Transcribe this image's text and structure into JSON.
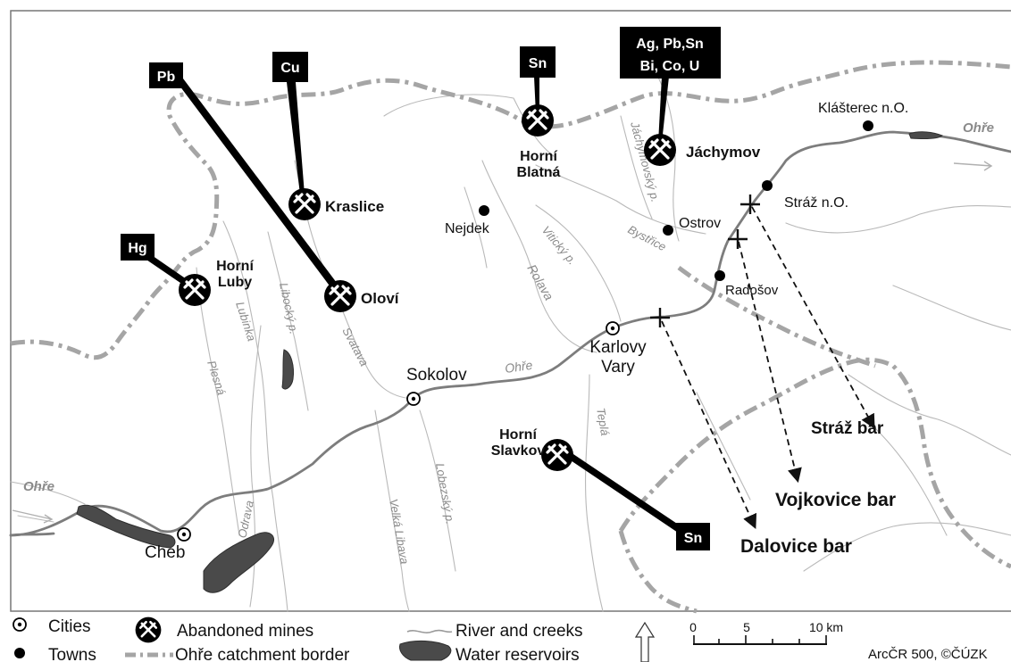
{
  "map": {
    "rivers": {
      "ohre_east": "Ohře",
      "ohre_west": "Ohře",
      "ohre_mid": "Ohře",
      "rolava": "Rolava",
      "viticky": "Vitický p.",
      "bystrice": "Bystřice",
      "jachymovsky": "Jáchymovský p.",
      "svatava": "Svatava",
      "libocky": "Libocký p.",
      "lubinka": "Lubinka",
      "plesna": "Plesná",
      "odrava": "Odrava",
      "lobezsky": "Lobezský p.",
      "velka_libava": "Velká Libava",
      "tepla": "Teplá"
    },
    "cities": [
      {
        "name": "Sokolov"
      },
      {
        "name": "Karlovy\nVary"
      },
      {
        "name": "Cheb"
      }
    ],
    "towns": [
      {
        "name": "Klášterec n.O."
      },
      {
        "name": "Stráž n.O."
      },
      {
        "name": "Ostrov"
      },
      {
        "name": "Nejdek"
      },
      {
        "name": "Radošov"
      }
    ],
    "mines": [
      {
        "name": "Kraslice"
      },
      {
        "name": "Oloví"
      },
      {
        "name": "Horní\nLuby"
      },
      {
        "name": "Horní\nBlatná"
      },
      {
        "name": "Jáchymov"
      },
      {
        "name": "Horní\nSlavkov"
      }
    ],
    "metal_tags": {
      "pb": "Pb",
      "cu": "Cu",
      "hg": "Hg",
      "sn_blatna": "Sn",
      "jach_line1": "Ag, Pb,Sn",
      "jach_line2": "Bi, Co, U",
      "sn_slavkov": "Sn"
    },
    "bars": [
      "Stráž bar",
      "Vojkovice bar",
      "Dalovice bar"
    ]
  },
  "legend": {
    "cities": "Cities",
    "towns": "Towns",
    "mines": "Abandoned mines",
    "border": "Ohře catchment border",
    "rivers": "River and creeks",
    "reservoirs": "Water reservoirs"
  },
  "scale": {
    "ticks": [
      "0",
      "5",
      "10 km"
    ]
  },
  "credit": "ArcČR 500,  ©ČÚZK"
}
